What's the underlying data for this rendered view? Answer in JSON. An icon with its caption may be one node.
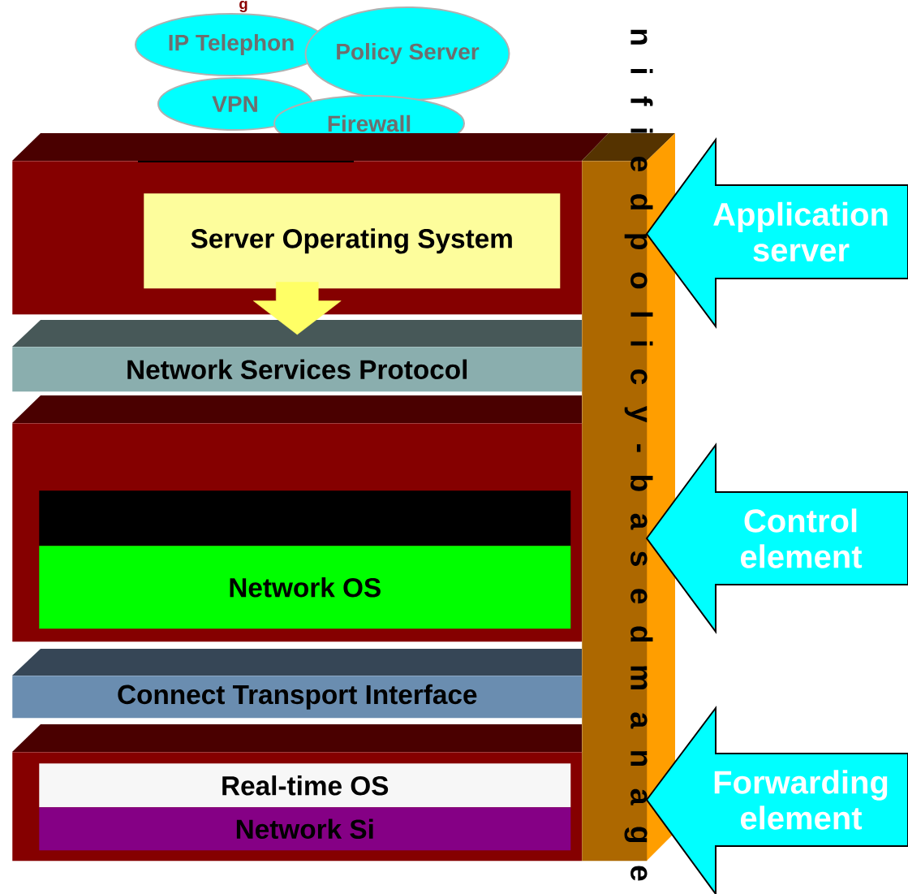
{
  "diagram": {
    "nodes": [
      {
        "text": [
          "IP Telephon"
        ]
      },
      {
        "text": [
          "Policy Server"
        ]
      },
      {
        "text": [
          "VPN"
        ]
      },
      {
        "text": [
          "Firewall"
        ]
      },
      {
        "text": [],
        "shape": "box"
      },
      {
        "text": [
          "Server Operating System"
        ],
        "in": 4
      },
      {
        "text": [
          "Network Services Protocol"
        ]
      },
      {
        "text": [],
        "shape": "box"
      },
      {
        "text": [],
        "shape": "bar",
        "in": 7
      },
      {
        "text": [
          "Network OS"
        ],
        "in": 7
      },
      {
        "text": [
          "Connect Transport Interface"
        ]
      },
      {
        "text": [],
        "shape": "box"
      },
      {
        "text": [
          "Real-time OS"
        ],
        "in": 11
      },
      {
        "text": [
          "Network Si"
        ],
        "in": 11
      },
      {
        "text": [
          "n i f i e d p o l i c y - b a s e d m a n a g e"
        ]
      },
      {
        "text": [
          "Application server"
        ]
      },
      {
        "text": [
          "Control element"
        ]
      },
      {
        "text": [
          "Forwarding element"
        ]
      }
    ],
    "edges": [
      {
        "from": 5,
        "to": 6,
        "arrow": "to",
        "style": "thick",
        "color": "#ffff66"
      }
    ],
    "labels": [
      "g"
    ]
  }
}
